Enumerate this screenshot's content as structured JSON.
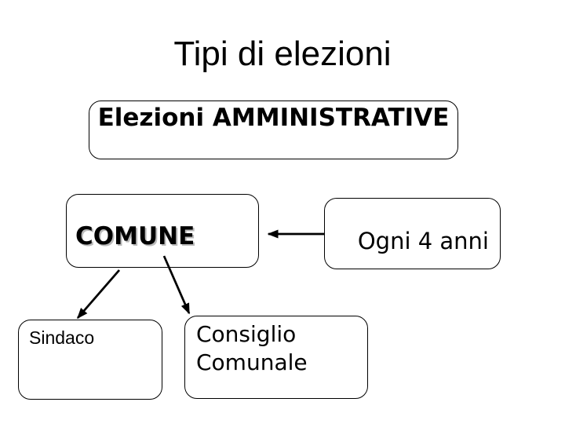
{
  "slide": {
    "title": "Tipi di elezioni",
    "background_color": "#ffffff",
    "text_color": "#000000",
    "border_color": "#000000"
  },
  "diagram": {
    "nodes": {
      "elezioni_amministrative": {
        "label": "Elezioni AMMINISTRATIVE",
        "emphasis": "bold"
      },
      "comune": {
        "label": "COMUNE",
        "emphasis": "bold",
        "text_shadow_color": "#bbbbbb"
      },
      "ogni_4_anni": {
        "label": "Ogni 4 anni",
        "emphasis": "regular"
      },
      "sindaco": {
        "label": "Sindaco",
        "emphasis": "regular"
      },
      "consiglio_comunale": {
        "label": "Consiglio Comunale",
        "emphasis": "regular"
      }
    },
    "edges": [
      {
        "from": "ogni_4_anni",
        "to": "comune",
        "style": "solid-arrow"
      },
      {
        "from": "comune",
        "to": "sindaco",
        "style": "solid-arrow"
      },
      {
        "from": "comune",
        "to": "consiglio_comunale",
        "style": "solid-arrow"
      }
    ]
  }
}
